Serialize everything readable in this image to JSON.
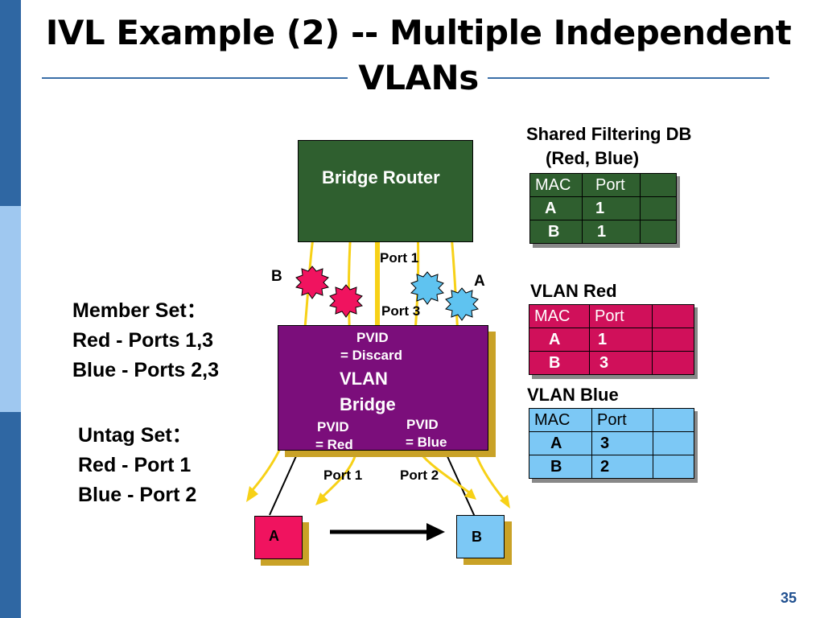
{
  "title": {
    "line1": "IVL Example (2) -- Multiple Independent",
    "line2": "VLANs"
  },
  "bridge_router": {
    "label": "Bridge Router"
  },
  "vlan_bridge": {
    "pvid_discard_1": "PVID",
    "pvid_discard_2": "= Discard",
    "label_1": "VLAN",
    "label_2": "Bridge",
    "pvid_red_1": "PVID",
    "pvid_red_2": "= Red",
    "pvid_blue_1": "PVID",
    "pvid_blue_2": "= Blue"
  },
  "ports": {
    "router_port": "Port 1",
    "bridge_top_port": "Port 3",
    "bridge_port_1": "Port 1",
    "bridge_port_2": "Port 2"
  },
  "bursts": {
    "red_label": "B",
    "blue_label": "A"
  },
  "hosts": {
    "a": "A",
    "b": "B"
  },
  "member_set": {
    "title": "Member Set：",
    "line1": "Red - Ports 1,3",
    "line2": "Blue - Ports 2,3"
  },
  "untag_set": {
    "title": "Untag Set：",
    "line1": "Red - Port 1",
    "line2": "Blue - Port 2"
  },
  "shared_db": {
    "title1": "Shared Filtering DB",
    "title2": "(Red, Blue)",
    "header_mac": "MAC",
    "header_port": "Port",
    "rows": [
      {
        "mac": "A",
        "port": "1"
      },
      {
        "mac": "B",
        "port": "1"
      }
    ]
  },
  "vlan_red": {
    "title": "VLAN Red",
    "header_mac": "MAC",
    "header_port": "Port",
    "rows": [
      {
        "mac": "A",
        "port": "1"
      },
      {
        "mac": "B",
        "port": "3"
      }
    ]
  },
  "vlan_blue": {
    "title": "VLAN Blue",
    "header_mac": "MAC",
    "header_port": "Port",
    "rows": [
      {
        "mac": "A",
        "port": "3"
      },
      {
        "mac": "B",
        "port": "2"
      }
    ]
  },
  "colors": {
    "sidebar_dark": "#2f67a3",
    "sidebar_light": "#9fc8f0",
    "router_green": "#2f5f2f",
    "bridge_purple": "#7b0e7b",
    "red_table": "#d0105a",
    "blue_table": "#7cc8f5",
    "host_red": "#f0135f",
    "host_blue": "#7cc8f5",
    "path_yellow": "#f7d117"
  },
  "page_number": "35"
}
